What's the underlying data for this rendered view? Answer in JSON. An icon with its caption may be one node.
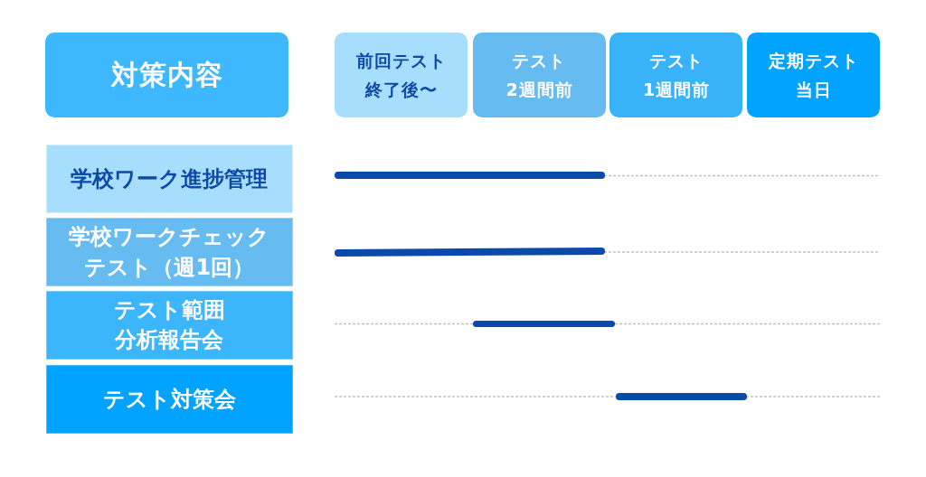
{
  "diagram": {
    "nodes": [
      {
        "text": [
          "対策内容"
        ]
      },
      {
        "text": [
          "前回テスト終了後〜"
        ]
      },
      {
        "text": [
          "テスト2週間前"
        ]
      },
      {
        "text": [
          "テスト1週間前"
        ]
      },
      {
        "text": [
          "定期テスト当日"
        ]
      },
      {
        "text": [
          "学校ワーク進捗管理"
        ]
      },
      {
        "text": [
          "学校ワークチェックテスト（週1回）"
        ]
      },
      {
        "text": [
          "テスト範囲分析報告会"
        ]
      },
      {
        "text": [
          "テスト対策会"
        ]
      },
      {
        "text": [],
        "shape": "bar"
      },
      {
        "text": [],
        "shape": "bar"
      },
      {
        "text": [],
        "shape": "bar"
      },
      {
        "text": [],
        "shape": "bar"
      }
    ]
  }
}
